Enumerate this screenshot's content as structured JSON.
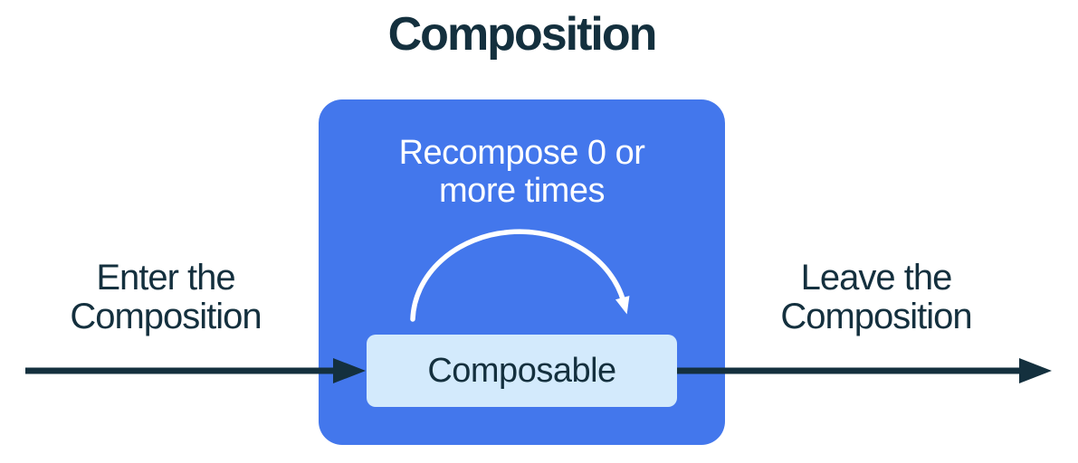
{
  "diagram": {
    "title": "Composition",
    "enter_label": {
      "lines": [
        "Enter the",
        "Composition"
      ]
    },
    "leave_label": {
      "lines": [
        "Leave the",
        "Composition"
      ]
    },
    "recompose_label": {
      "lines": [
        "Recompose 0 or",
        "more times"
      ]
    },
    "composable_label": "Composable"
  },
  "colors": {
    "accent-blue": "#4377EC",
    "light-blue": "#D3EAFC",
    "navy": "#14303E",
    "arc-white": "#FFFFFF"
  }
}
